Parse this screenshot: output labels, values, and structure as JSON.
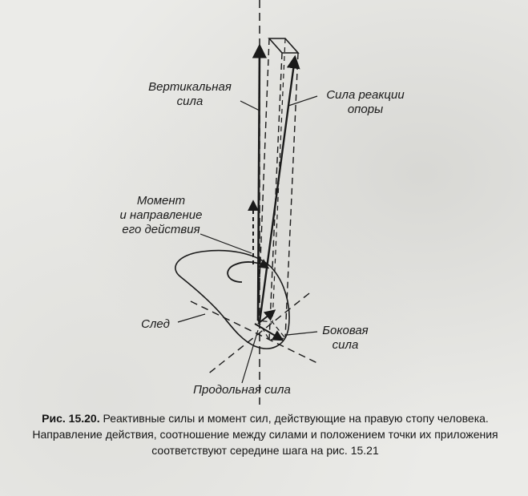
{
  "labels": {
    "vertical_force": "Вертикальная\nсила",
    "support_reaction": "Сила реакции\nопоры",
    "moment": "Момент\nи направление\nего действия",
    "trace": "След",
    "lateral_force": "Боковая\nсила",
    "longitudinal_force": "Продольная сила"
  },
  "caption": {
    "number": "Рис. 15.20.",
    "text": " Реактивные силы и момент сил, действующие на правую стопу человека. Направление действия, соотношение между силами и положением точки их приложения соответствуют середине шага на рис. 15.21"
  },
  "colors": {
    "ink": "#1a1a1a",
    "paper": "#ebebe8"
  }
}
